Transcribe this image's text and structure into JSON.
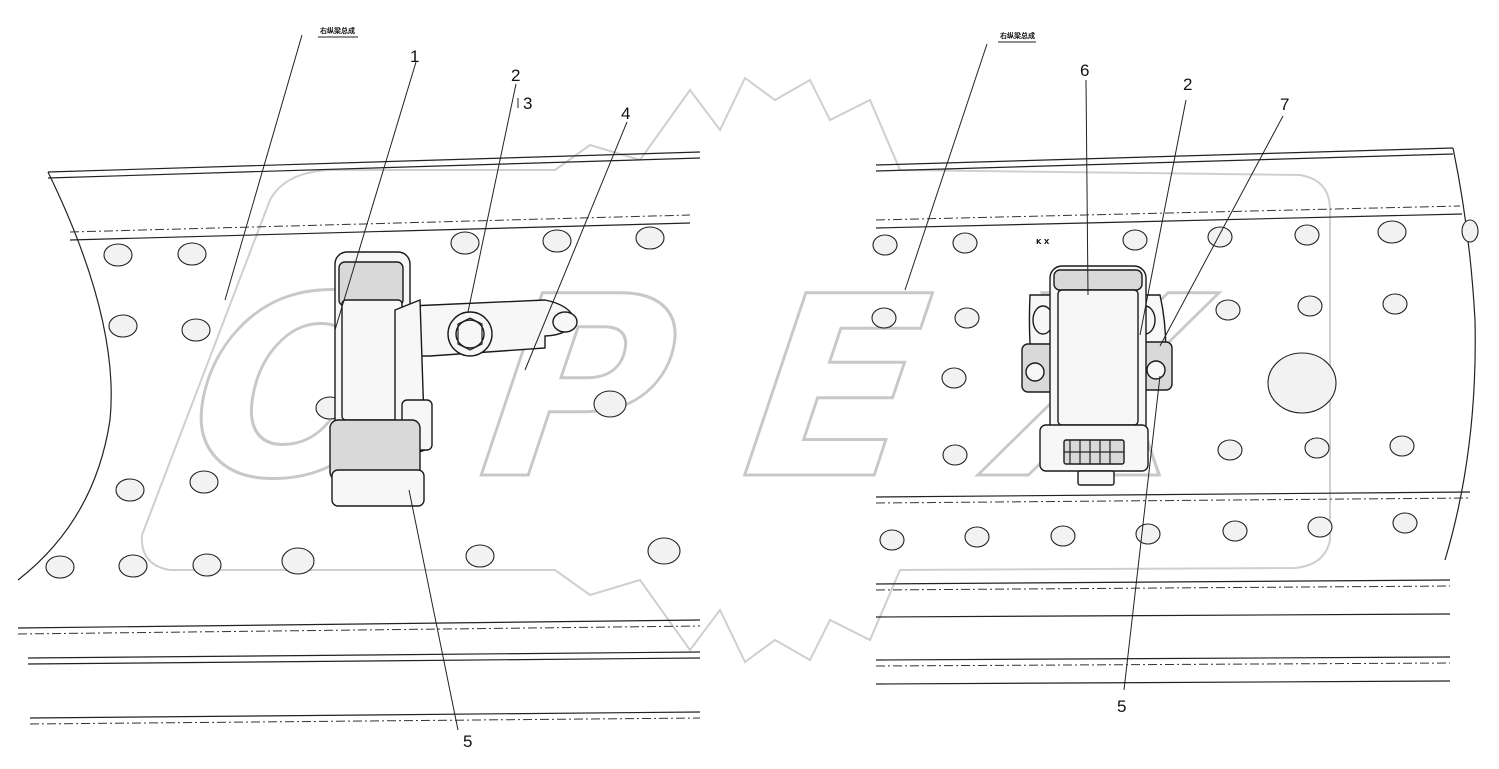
{
  "watermark": {
    "text": "OPEX"
  },
  "notes": {
    "left_view": "右纵梁总成",
    "right_view": "右纵梁总成"
  },
  "callouts": {
    "left": [
      "1",
      "2",
      "3",
      "4",
      "5"
    ],
    "right": [
      "6",
      "2",
      "7",
      "5"
    ]
  },
  "colors": {
    "line": "#222222",
    "watermark": "#c8c8c8",
    "background": "#ffffff"
  }
}
